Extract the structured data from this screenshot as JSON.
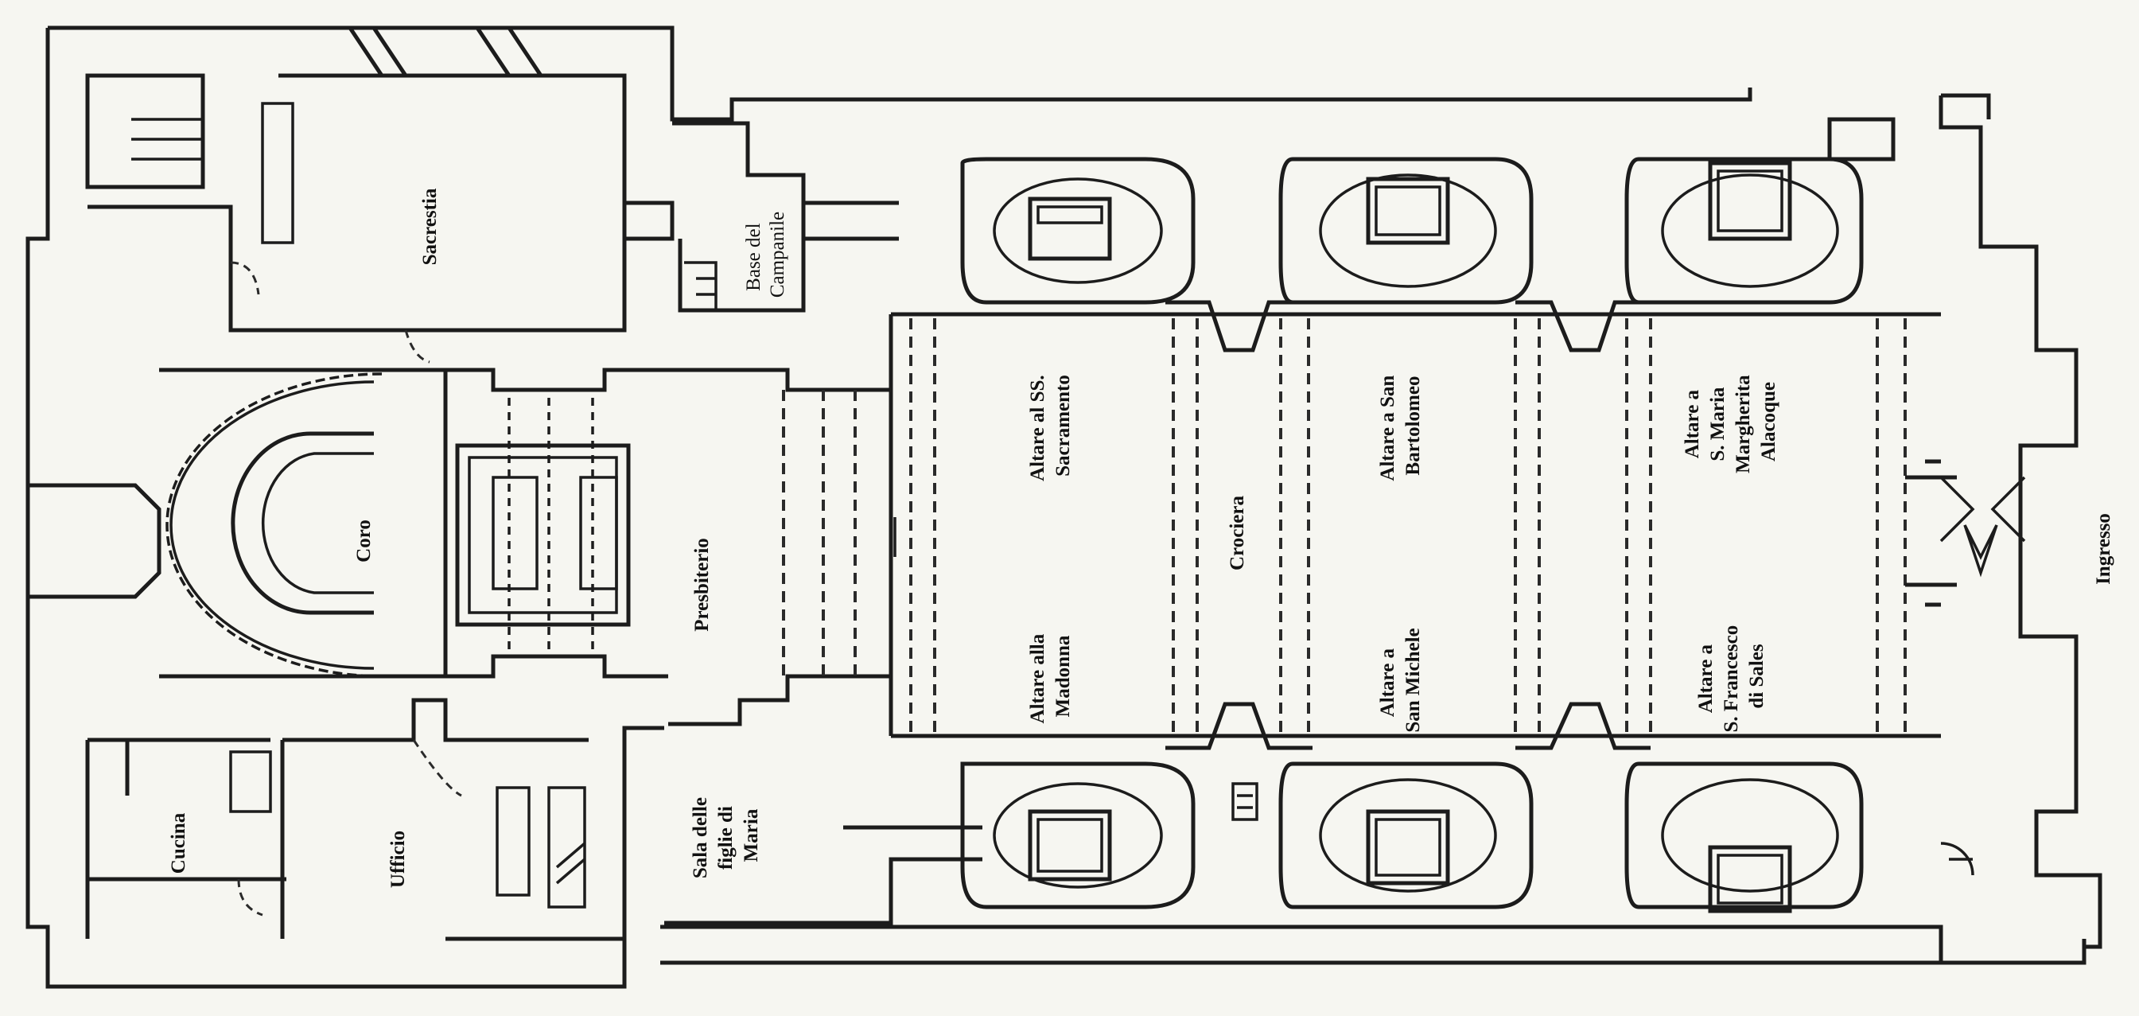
{
  "plan": {
    "labels": {
      "sacrestia": "Sacrestia",
      "base_campanile_1": "Base del",
      "base_campanile_2": "Campanile",
      "coro": "Coro",
      "presbiterio": "Presbiterio",
      "cucina": "Cucina",
      "ufficio": "Ufficio",
      "sala_1": "Sala delle",
      "sala_2": "figlie di",
      "sala_3": "Maria",
      "altare_sacramento_1": "Altare al SS.",
      "altare_sacramento_2": "Sacramento",
      "altare_madonna_1": "Altare alla",
      "altare_madonna_2": "Madonna",
      "crociera": "Crociera",
      "altare_bartolomeo_1": "Altare a San",
      "altare_bartolomeo_2": "Bartolomeo",
      "altare_michele_1": "Altare a",
      "altare_michele_2": "San Michele",
      "altare_margherita_1": "Altare a",
      "altare_margherita_2": "S. Maria",
      "altare_margherita_3": "Margherita",
      "altare_margherita_4": "Alacoque",
      "altare_francesco_1": "Altare a",
      "altare_francesco_2": "S. Francesco",
      "altare_francesco_3": "di Sales",
      "ingresso": "Ingresso"
    }
  }
}
